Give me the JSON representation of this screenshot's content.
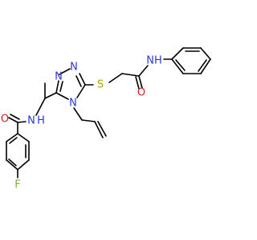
{
  "molecule": {
    "atom_labels": {
      "oxygen_amide_right": "O",
      "nh_right": "NH",
      "h_right": "H",
      "sulfur": "S",
      "triazole_n1": "N",
      "triazole_n2": "N",
      "triazole_n4": "N",
      "oxygen_amide_left": "O",
      "nh_left": "N",
      "h_left": "H",
      "fluorine": "F"
    },
    "colors": {
      "carbon_bond": "#000000",
      "nitrogen": "#2a38d9",
      "oxygen": "#e01c1c",
      "sulfur": "#b8a000",
      "fluorine": "#7ab534"
    }
  }
}
